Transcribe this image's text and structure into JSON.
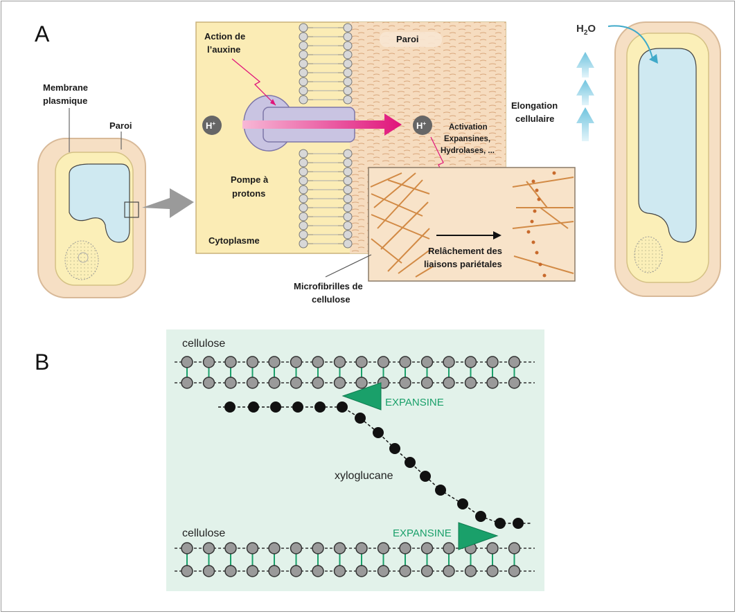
{
  "panel_a": {
    "letter": "A",
    "cell_left": {
      "membrane_label_1": "Membrane",
      "membrane_label_2": "plasmique",
      "wall_label": "Paroi"
    },
    "zoom": {
      "auxin_label_1": "Action de",
      "auxin_label_2": "l’auxine",
      "wall_label": "Paroi",
      "proton_left": "H",
      "proton_right": "H",
      "proton_sup": "+",
      "pump_label_1": "Pompe à",
      "pump_label_2": "protons",
      "cytoplasm_label": "Cytoplasme",
      "activation_1": "Activation",
      "activation_2": "Expansines,",
      "activation_3": "Hydrolases, ...",
      "release_1": "Relâchement des",
      "release_2": "liaisons pariétales",
      "microfibrils_1": "Microfibrilles de",
      "microfibrils_2": "cellulose"
    },
    "cell_right": {
      "water_main": "H",
      "water_sub": "2",
      "water_end": "O",
      "elongation_1": "Elongation",
      "elongation_2": "cellulaire"
    }
  },
  "panel_b": {
    "letter": "B",
    "cellulose_top": "cellulose",
    "cellulose_bottom": "cellulose",
    "xyloglucan": "xyloglucane",
    "expansin_top": "EXPANSINE",
    "expansin_bottom": "EXPANSINE"
  },
  "colors": {
    "cytoplasm": "#fbecb5",
    "wall": "#f6dcbf",
    "vacuole": "#cfe9f1",
    "pump": "#c9c4e2",
    "proton_arrow": "#e0147a",
    "panel_b_bg": "#e2f2ea",
    "expansin": "#1aa06a",
    "water_arrow": "#7cc8e0"
  }
}
